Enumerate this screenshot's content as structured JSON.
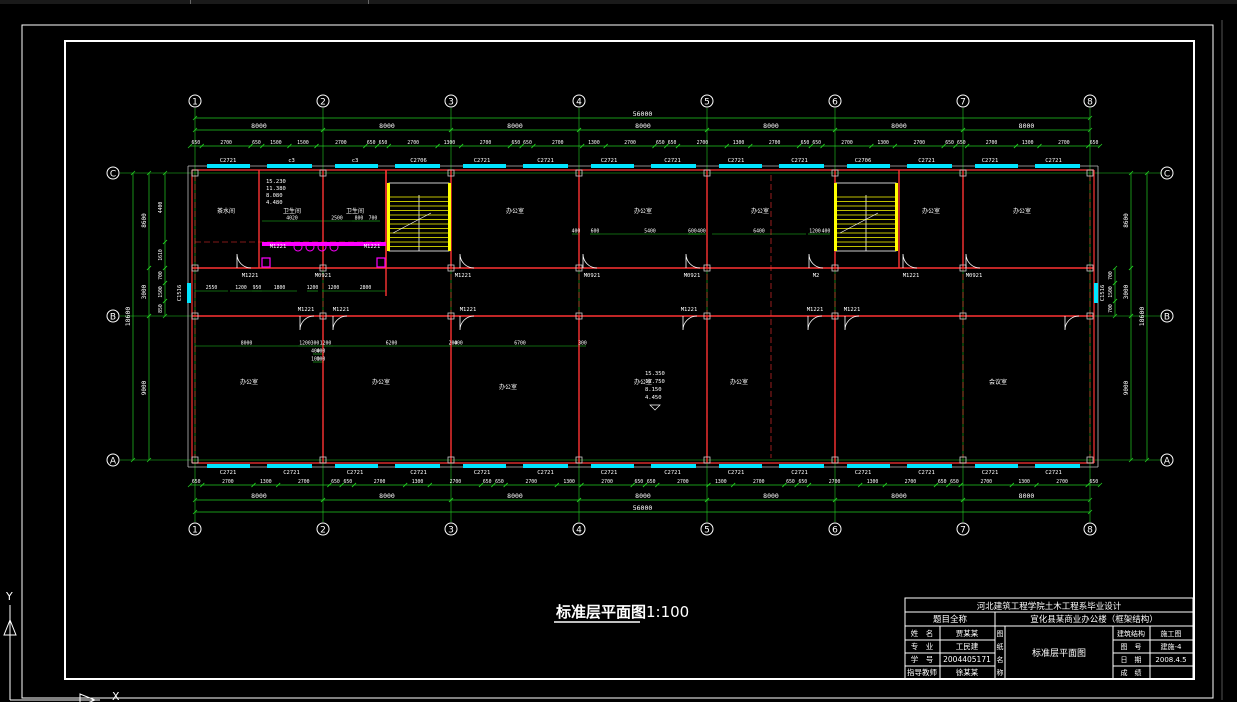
{
  "colors": {
    "background": "#000000",
    "frame": "#ffffff",
    "wall": "#ff3333",
    "dimension": "#22cc22",
    "grid_label": "#ffffff",
    "window": "#00e5ff",
    "door": "#ffffff",
    "stair": "#ffff00",
    "fixture": "#ff00ff",
    "text": "#ffffff"
  },
  "axes_vertical": [
    "1",
    "2",
    "3",
    "4",
    "5",
    "6",
    "7",
    "8"
  ],
  "axes_horizontal": [
    "C",
    "B",
    "A"
  ],
  "dims": {
    "total": "56000",
    "bay": "8000",
    "right_total": "18600",
    "right_upper": "8600",
    "right_corridor": "3000",
    "right_lower": "9000",
    "left_inner": [
      "4400",
      "1610",
      "3000",
      "850"
    ],
    "corridor_small": [
      "700",
      "1500",
      "700"
    ]
  },
  "top_window_dims": [
    "650",
    "2700",
    "650",
    "1500",
    "1500",
    "2700",
    "650",
    "650",
    "2700",
    "1300",
    "2700",
    "650",
    "650",
    "2700",
    "1300",
    "2700",
    "650",
    "650",
    "2700",
    "1300",
    "2700",
    "650",
    "650",
    "2700",
    "1300",
    "2700",
    "650",
    "650",
    "2700",
    "1300",
    "2700",
    "650"
  ],
  "bottom_window_dims": [
    "650",
    "2700",
    "1300",
    "2700",
    "650",
    "650",
    "2700",
    "1300",
    "2700",
    "650",
    "650",
    "2700",
    "1300",
    "2700",
    "650",
    "650",
    "2700",
    "1300",
    "2700",
    "650",
    "650",
    "2700",
    "1300",
    "2700",
    "650",
    "650",
    "2700",
    "1300",
    "2700",
    "650"
  ],
  "window_tags_top": [
    "C2721",
    "c3",
    "c3",
    "C2706",
    "C2721",
    "C2721",
    "C2721",
    "C2721",
    "C2721",
    "C2721",
    "C2706",
    "C2721",
    "C2721",
    "C2721"
  ],
  "window_tags_bottom": [
    "C2721",
    "C2721",
    "C2721",
    "C2721",
    "C2721",
    "C2721",
    "C2721",
    "C2721",
    "C2721",
    "C2721",
    "C2721",
    "C2721",
    "C2721",
    "C2721"
  ],
  "door_tags": [
    "M1221",
    "M0921",
    "M0921",
    "M2",
    "M1221",
    "M0921",
    "M0921",
    "M1221",
    "M1221",
    "M1221",
    "M1221",
    "M1221",
    "M1221",
    "M1221",
    "M1221",
    "M1221"
  ],
  "side_windows": [
    "C1516",
    "C1516"
  ],
  "rooms_upper": [
    "茶水间",
    "卫生间",
    "卫生间",
    "办公室",
    "办公室",
    "办公室",
    "办公室",
    "办公室"
  ],
  "rooms_lower": [
    "办公室",
    "办公室",
    "办公室",
    "办公室",
    "办公室",
    "会议室"
  ],
  "elevations": [
    "15.350",
    "11.750",
    "8.150",
    "4.450"
  ],
  "elevations_wc": [
    "15.230",
    "11.380",
    "8.080",
    "4.480"
  ],
  "inner_dims_upper": [
    "4020",
    "2500",
    "800",
    "700",
    "400",
    "600",
    "5400",
    "600",
    "400",
    "6400",
    "1200",
    "400"
  ],
  "inner_dims_corridor": [
    "2550",
    "1200",
    "950",
    "1800",
    "1200",
    "1200",
    "2800"
  ],
  "inner_dims_lower": [
    "8000",
    "1200",
    "300",
    "1200",
    "6200",
    "200",
    "400",
    "6700",
    "300",
    "400",
    "400",
    "100",
    "100"
  ],
  "drawing_title": "标准层平面图",
  "drawing_scale": "1:100",
  "title_block": {
    "school": "河北建筑工程学院土木工程系毕业设计",
    "project_label": "题目全称",
    "project_name": "宣化县某商业办公楼（框架结构）",
    "sheet_name": "标准层平面图",
    "rows": [
      {
        "k": "姓　名",
        "v": "贾某某"
      },
      {
        "k": "专　业",
        "v": "工民建"
      },
      {
        "k": "学　号",
        "v": "2004405171"
      },
      {
        "k": "指导教师",
        "v": "徐某某"
      }
    ],
    "vertical_label": "图纸名称",
    "right_rows": [
      {
        "k": "建筑结构",
        "v": "施工图"
      },
      {
        "k": "图　号",
        "v": "建施-4"
      },
      {
        "k": "日　期",
        "v": "2008.4.5"
      },
      {
        "k": "成　绩",
        "v": ""
      }
    ]
  },
  "ucs": {
    "x": "X",
    "y": "Y"
  }
}
